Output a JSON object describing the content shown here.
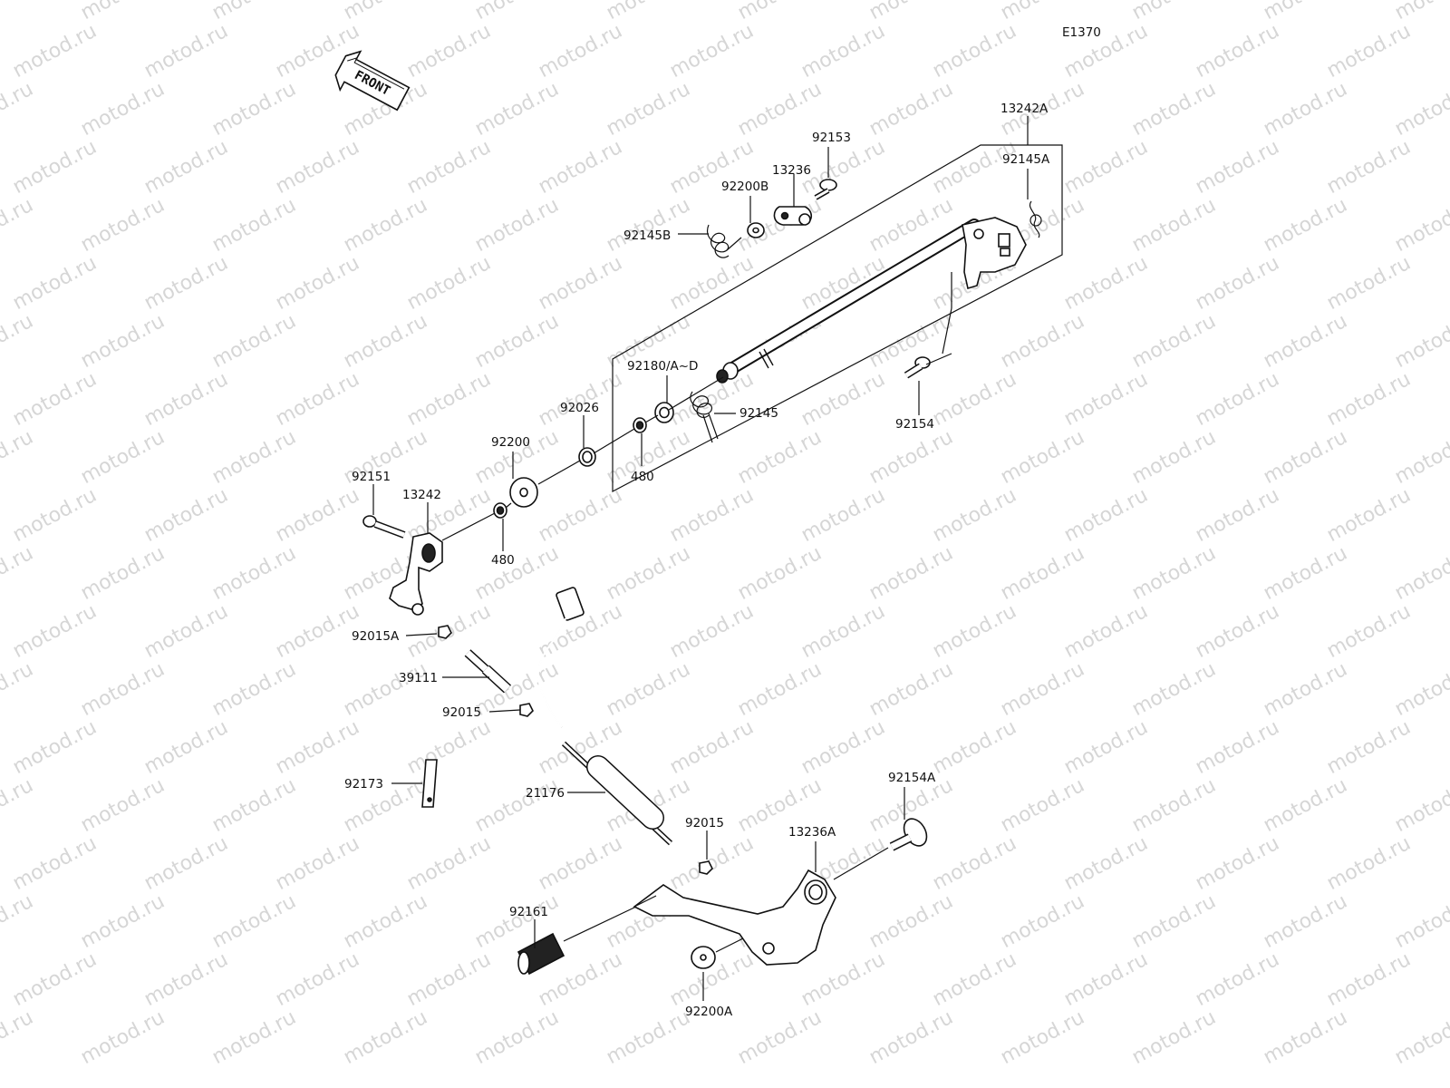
{
  "diagram_code": "E1370",
  "front_label": "FRONT",
  "watermark_text": "motod.ru",
  "colors": {
    "line": "#111111",
    "watermark": "#d6d6d6",
    "background": "#ffffff"
  },
  "parts": [
    {
      "id": "p13242A",
      "label": "13242A"
    },
    {
      "id": "p92153",
      "label": "92153"
    },
    {
      "id": "p92145A",
      "label": "92145A"
    },
    {
      "id": "p13236",
      "label": "13236"
    },
    {
      "id": "p92200B",
      "label": "92200B"
    },
    {
      "id": "p92145B",
      "label": "92145B"
    },
    {
      "id": "p92180",
      "label": "92180/A~D"
    },
    {
      "id": "p92145",
      "label": "92145"
    },
    {
      "id": "p92154",
      "label": "92154"
    },
    {
      "id": "p92026",
      "label": "92026"
    },
    {
      "id": "p480a",
      "label": "480"
    },
    {
      "id": "p92200",
      "label": "92200"
    },
    {
      "id": "p92151",
      "label": "92151"
    },
    {
      "id": "p13242",
      "label": "13242"
    },
    {
      "id": "p480b",
      "label": "480"
    },
    {
      "id": "p92015A",
      "label": "92015A"
    },
    {
      "id": "p39111",
      "label": "39111"
    },
    {
      "id": "p92015a",
      "label": "92015"
    },
    {
      "id": "p92173",
      "label": "92173"
    },
    {
      "id": "p21176",
      "label": "21176"
    },
    {
      "id": "p92015b",
      "label": "92015"
    },
    {
      "id": "p92154A",
      "label": "92154A"
    },
    {
      "id": "p13236A",
      "label": "13236A"
    },
    {
      "id": "p92161",
      "label": "92161"
    },
    {
      "id": "p92200A",
      "label": "92200A"
    }
  ]
}
